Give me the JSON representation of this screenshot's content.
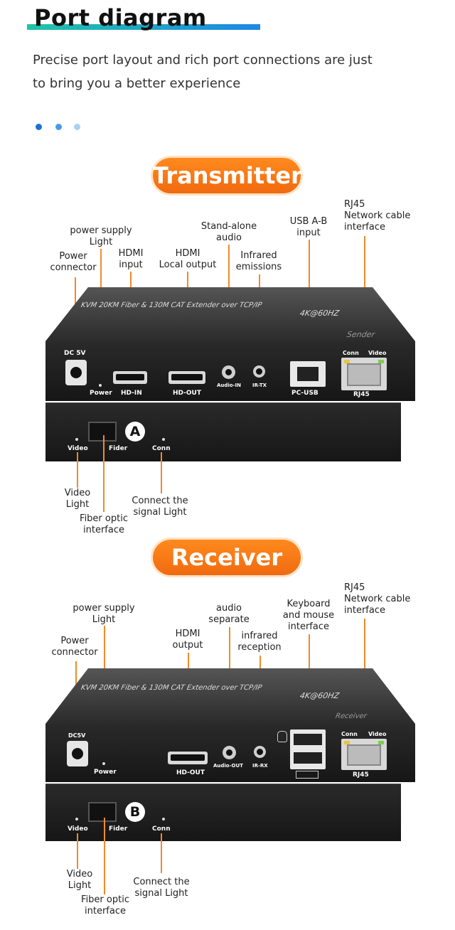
{
  "header": {
    "title": "Port diagram",
    "subtitle_line1": "Precise port layout and rich port connections are just",
    "subtitle_line2": "to bring you a better experience"
  },
  "colors": {
    "accent_orange": "#f07818",
    "title_bar_start": "#1fc4a8",
    "title_bar_end": "#1e88e5",
    "dot_blue": "#1e88e5"
  },
  "transmitter": {
    "badge": "Transmitter",
    "callouts": {
      "power_connector": [
        "Power",
        "connector"
      ],
      "power_light": [
        "power supply",
        "Light"
      ],
      "hdmi_input": [
        "HDMI",
        "input"
      ],
      "hdmi_local": [
        "HDMI",
        "Local output"
      ],
      "audio": [
        "Stand-alone",
        "audio"
      ],
      "infrared": [
        "Infrared",
        "emissions"
      ],
      "usb": [
        "USB A-B",
        "input"
      ],
      "rj45": [
        "RJ45",
        "Network cable",
        "interface"
      ],
      "video_light": [
        "Video",
        "Light"
      ],
      "fiber": [
        "Fiber optic",
        "interface"
      ],
      "conn_light": [
        "Connect the",
        "signal Light"
      ]
    },
    "device": {
      "engraving": "KVM 20KM Fiber & 130M CAT Extender over TCP/IP",
      "resolution": "4K@60HZ",
      "model": "Sender",
      "dc": "DC 5V",
      "power": "Power",
      "hd_in": "HD-IN",
      "hd_out": "HD-OUT",
      "audio_in": "Audio-IN",
      "ir": "IR-TX",
      "usb": "PC-USB",
      "rj45": "RJ45",
      "conn": "Conn",
      "video": "Video",
      "bottom_video": "Video",
      "bottom_fider": "Fider",
      "bottom_conn": "Conn",
      "letter": "A"
    }
  },
  "receiver": {
    "badge": "Receiver",
    "callouts": {
      "power_connector": [
        "Power",
        "connector"
      ],
      "power_light": [
        "power supply",
        "Light"
      ],
      "hdmi_output": [
        "HDMI",
        "output"
      ],
      "audio": [
        "audio",
        "separate"
      ],
      "infrared": [
        "infrared",
        "reception"
      ],
      "keyboard": [
        "Keyboard",
        "and mouse",
        "interface"
      ],
      "rj45": [
        "RJ45",
        "Network cable",
        "interface"
      ],
      "video_light": [
        "Video",
        "Light"
      ],
      "fiber": [
        "Fiber optic",
        "interface"
      ],
      "conn_light": [
        "Connect the",
        "signal Light"
      ]
    },
    "device": {
      "engraving": "KVM 20KM Fiber & 130M CAT Extender over TCP/IP",
      "resolution": "4K@60HZ",
      "model": "Receiver",
      "dc": "DC5V",
      "power": "Power",
      "hd_out": "HD-OUT",
      "audio_out": "Audio-OUT",
      "ir": "IR-RX",
      "rj45": "RJ45",
      "conn": "Conn",
      "video": "Video",
      "bottom_video": "Video",
      "bottom_fider": "Fider",
      "bottom_conn": "Conn",
      "letter": "B"
    }
  }
}
